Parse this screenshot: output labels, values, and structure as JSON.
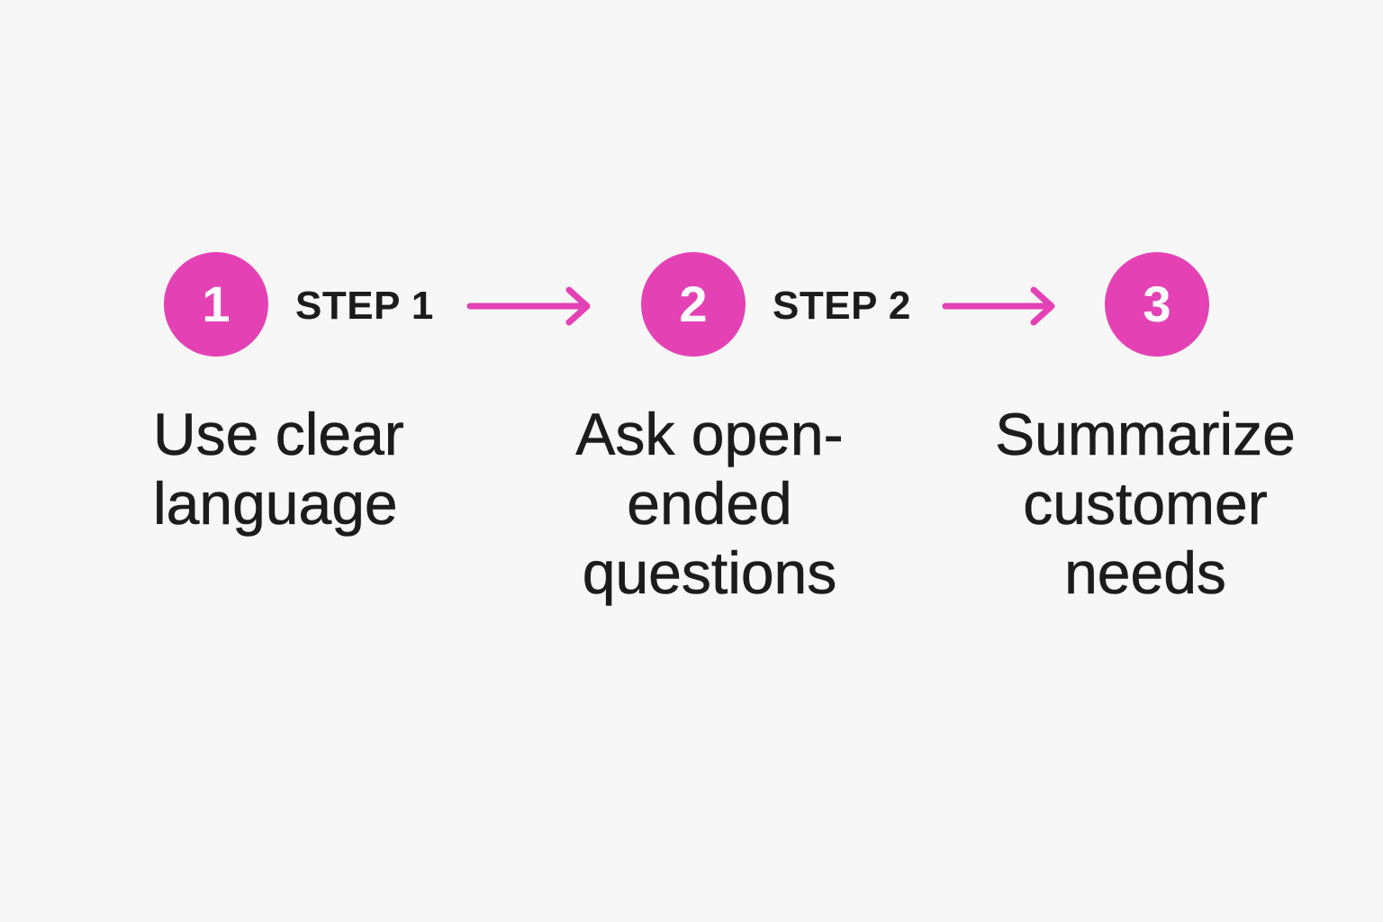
{
  "colors": {
    "accent": "#e442b4",
    "background": "#f7f7f7",
    "text": "#1c1c1c",
    "circle_text": "#ffffff"
  },
  "steps": [
    {
      "number": "1",
      "label": "STEP 1",
      "description_lines": [
        "Use clear",
        "language"
      ]
    },
    {
      "number": "2",
      "label": "STEP 2",
      "description_lines": [
        "Ask open-",
        "ended",
        "questions"
      ]
    },
    {
      "number": "3",
      "description_lines": [
        "Summarize",
        "customer",
        "needs"
      ]
    }
  ],
  "connectors": [
    "arrow-right-icon",
    "arrow-right-icon"
  ]
}
